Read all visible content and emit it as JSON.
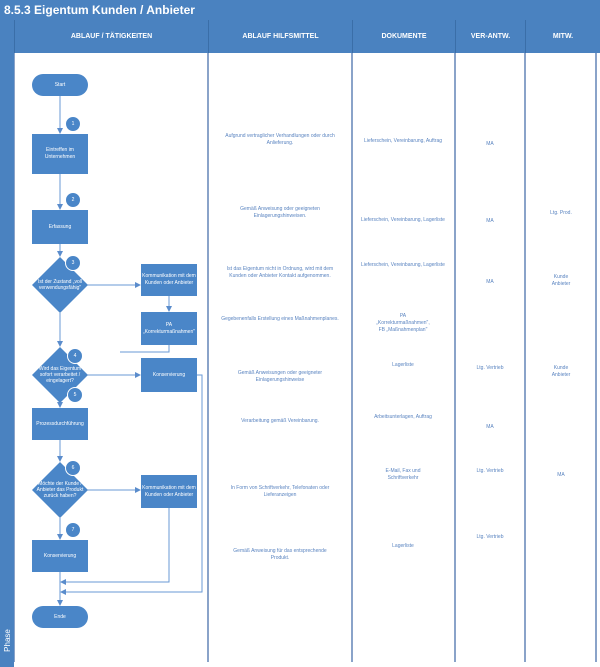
{
  "title": "8.5.3 Eigentum Kunden / Anbieter",
  "phase_label": "Phase",
  "headers": [
    "ABLAUF / TÄTIGKEITEN",
    "ABLAUF HILFSMITTEL",
    "DOKUMENTE",
    "VER-ANTW.",
    "MITW."
  ],
  "flow": {
    "start": "Start",
    "end": "Ende",
    "steps": {
      "n1": "1",
      "n2": "2",
      "n3": "3",
      "n4": "4",
      "n5": "5",
      "n6": "6",
      "n7": "7"
    },
    "box1": "Eintreffen im Unternehmen",
    "box2": "Erfassung",
    "decision3": "Ist der Zustand „voll verwendungsfähig\"",
    "comm1": "Kommunikation mit dem Kunden oder Anbieter",
    "pa": "PA „Korrekturmaßnahmen\"",
    "decision4": "Wird das Eigentum sofort verarbeitet / eingelagert?",
    "konservierung1": "Konservierung",
    "prozess": "Prozessdurchführung",
    "decision6": "Möchte der Kunde / Anbieter das Produkt zurück haben?",
    "comm2": "Kommunikation mit dem Kunden oder Anbieter",
    "konservierung2": "Konservierung"
  },
  "rows": [
    {
      "hilfsmittel": "Aufgrund vertraglicher Verhandlungen oder durch Anlieferung.",
      "dokumente": "Lieferschein, Vereinbarung, Auftrag",
      "verantw": "MA",
      "mitw": ""
    },
    {
      "hilfsmittel": "Gemäß Anweisung oder geeigneten Einlagerungshinweisen.",
      "dokumente": "Lieferschein, Vereinbarung, Lagerliste",
      "verantw": "MA",
      "mitw": "Ltg. Prod."
    },
    {
      "hilfsmittel": "Ist das Eigentum nicht in Ordnung, wird mit dem Kunden oder Anbieter Kontakt aufgenommen.",
      "dokumente": "Lieferschein, Vereinbarung, Lagerliste",
      "verantw": "MA",
      "mitw": "Kunde Anbieter"
    },
    {
      "hilfsmittel": "Gegebenenfalls Erstellung eines Maßnahmenplanes.",
      "dokumente": "PA „Korrekturmaßnahmen\", FB „Maßnahmenplan\"",
      "verantw": "",
      "mitw": ""
    },
    {
      "hilfsmittel": "Gemäß Anweisungen oder geeigneter Einlagerungshinweise",
      "dokumente": "Lagerliste",
      "verantw": "Ltg. Vertrieb",
      "mitw": "Kunde Anbieter"
    },
    {
      "hilfsmittel": "Verarbeitung gemäß Vereinbarung.",
      "dokumente": "Arbeitsunterlagen, Auftrag",
      "verantw": "MA",
      "mitw": ""
    },
    {
      "hilfsmittel": "In Form von Schriftverkehr, Telefonaten oder Lieferanzeigen",
      "dokumente": "E-Mail, Fax und Schriftverkehr",
      "verantw": "Ltg. Vertrieb",
      "mitw": "MA"
    },
    {
      "hilfsmittel": "Gemäß Anweisung für das entsprechende Produkt.",
      "dokumente": "Lagerliste",
      "verantw": "Ltg. Vertrieb",
      "mitw": ""
    }
  ]
}
